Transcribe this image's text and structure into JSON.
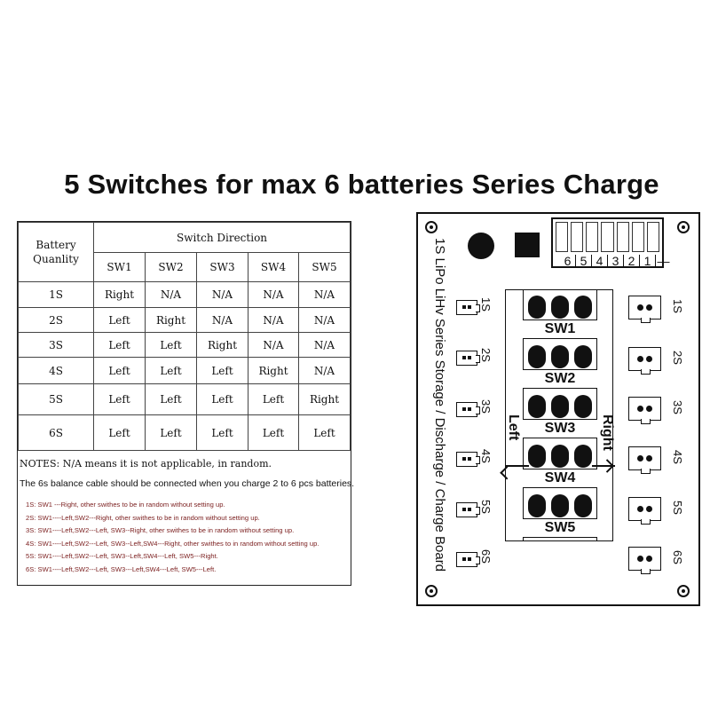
{
  "title": "5 Switches  for max 6  batteries Series Charge",
  "table": {
    "header_battery": "Battery Quanlity",
    "header_direction": "Switch Direction",
    "switches": [
      "SW1",
      "SW2",
      "SW3",
      "SW4",
      "SW5"
    ],
    "rows": [
      {
        "label": "1S",
        "cells": [
          "Right",
          "N/A",
          "N/A",
          "N/A",
          "N/A"
        ]
      },
      {
        "label": "2S",
        "cells": [
          "Left",
          "Right",
          "N/A",
          "N/A",
          "N/A"
        ]
      },
      {
        "label": "3S",
        "cells": [
          "Left",
          "Left",
          "Right",
          "N/A",
          "N/A"
        ]
      },
      {
        "label": "4S",
        "cells": [
          "Left",
          "Left",
          "Left",
          "Right",
          "N/A"
        ]
      },
      {
        "label": "5S",
        "cells": [
          "Left",
          "Left",
          "Left",
          "Left",
          "Right"
        ]
      },
      {
        "label": "6S",
        "cells": [
          "Left",
          "Left",
          "Left",
          "Left",
          "Left"
        ]
      }
    ]
  },
  "notes": {
    "na_note": "NOTES: N/A means  it is not applicable, in random.",
    "balance_note": "The 6s balance cable should be connected when you charge 2 to 6 pcs batteries.",
    "lines": [
      "1S:  SW1 ---Right, other swithes to be in random without setting up.",
      "2S:  SW1----Left,SW2---Right,  other swithes to be in random without setting up.",
      "3S:  SW1----Left,SW2---Left, SW3--Right, other swithes to be in random without setting up.",
      "4S:  SW1----Left,SW2---Left, SW3--Left,SW4---Right, other swithes to in random without setting up.",
      "5S:  SW1----Left,SW2---Left, SW3--Left,SW4---Left, SW5---Right.",
      "6S:  SW1----Left,SW2---Left, SW3---Left,SW4---Left, SW5---Left."
    ]
  },
  "board": {
    "vertical_title": "1S LiPo LiHv  Series Storage / Discharge / Charge Board",
    "pins": [
      "6",
      "5",
      "4",
      "3",
      "2",
      "1",
      "—"
    ],
    "left_labels": [
      "1S",
      "2S",
      "3S",
      "4S",
      "5S",
      "6S"
    ],
    "right_labels": [
      "1S",
      "2S",
      "3S",
      "4S",
      "5S",
      "6S"
    ],
    "switch_labels": [
      "SW1",
      "SW2",
      "SW3",
      "SW4",
      "SW5"
    ],
    "left_word": "Left",
    "right_word": "Right"
  }
}
